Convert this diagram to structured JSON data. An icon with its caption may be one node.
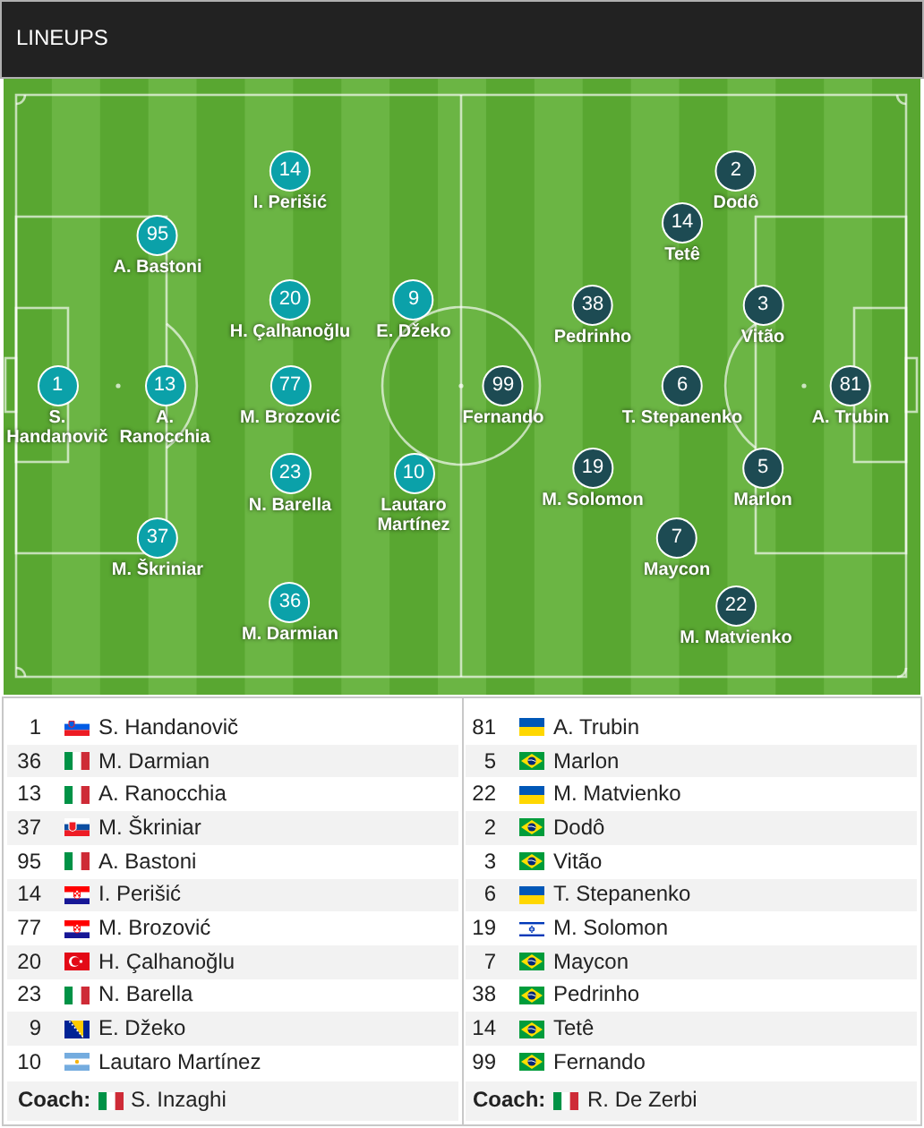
{
  "diagram": {
    "title": "LINEUPS",
    "nodes": [
      {
        "text": [
          "1"
        ],
        "beside": [
          "S. Handanovič"
        ]
      },
      {
        "text": [
          "95"
        ],
        "beside": [
          "A. Bastoni"
        ]
      },
      {
        "text": [
          "13"
        ],
        "beside": [
          "A. Ranocchia"
        ]
      },
      {
        "text": [
          "37"
        ],
        "beside": [
          "M. Škriniar"
        ]
      },
      {
        "text": [
          "14"
        ],
        "beside": [
          "I. Perišić"
        ]
      },
      {
        "text": [
          "20"
        ],
        "beside": [
          "H. Çalhanoğlu"
        ]
      },
      {
        "text": [
          "77"
        ],
        "beside": [
          "M. Brozović"
        ]
      },
      {
        "text": [
          "23"
        ],
        "beside": [
          "N. Barella"
        ]
      },
      {
        "text": [
          "36"
        ],
        "beside": [
          "M. Darmian"
        ]
      },
      {
        "text": [
          "9"
        ],
        "beside": [
          "E. Džeko"
        ]
      },
      {
        "text": [
          "10"
        ],
        "beside": [
          "Lautaro Martínez"
        ]
      },
      {
        "text": [
          "99"
        ],
        "beside": [
          "Fernando"
        ]
      },
      {
        "text": [
          "38"
        ],
        "beside": [
          "Pedrinho"
        ]
      },
      {
        "text": [
          "19"
        ],
        "beside": [
          "M. Solomon"
        ]
      },
      {
        "text": [
          "14"
        ],
        "beside": [
          "Tetê"
        ]
      },
      {
        "text": [
          "6"
        ],
        "beside": [
          "T. Stepanenko"
        ]
      },
      {
        "text": [
          "7"
        ],
        "beside": [
          "Maycon"
        ]
      },
      {
        "text": [
          "2"
        ],
        "beside": [
          "Dodô"
        ]
      },
      {
        "text": [
          "3"
        ],
        "beside": [
          "Vitão"
        ]
      },
      {
        "text": [
          "5"
        ],
        "beside": [
          "Marlon"
        ]
      },
      {
        "text": [
          "22"
        ],
        "beside": [
          "M. Matvienko"
        ]
      },
      {
        "text": [
          "81"
        ],
        "beside": [
          "A. Trubin"
        ]
      }
    ],
    "labels": [
      "1",
      "S. Handanovič",
      "81",
      "A. Trubin",
      "36",
      "M. Darmian",
      "5",
      "Marlon",
      "13",
      "A. Ranocchia",
      "22",
      "M. Matvienko",
      "37",
      "M. Škriniar",
      "2",
      "Dodô",
      "95",
      "A. Bastoni",
      "3",
      "Vitão",
      "14",
      "I. Perišić",
      "6",
      "T. Stepanenko",
      "77",
      "M. Brozović",
      "19",
      "M. Solomon",
      "20",
      "H. Çalhanoğlu",
      "7",
      "Maycon",
      "23",
      "N. Barella",
      "38",
      "Pedrinho",
      "9",
      "E. Džeko",
      "14",
      "Tetê",
      "10",
      "Lautaro Martínez",
      "99",
      "Fernando",
      "Coach:",
      "S. Inzaghi",
      "Coach:",
      "R. De Zerbi"
    ]
  }
}
